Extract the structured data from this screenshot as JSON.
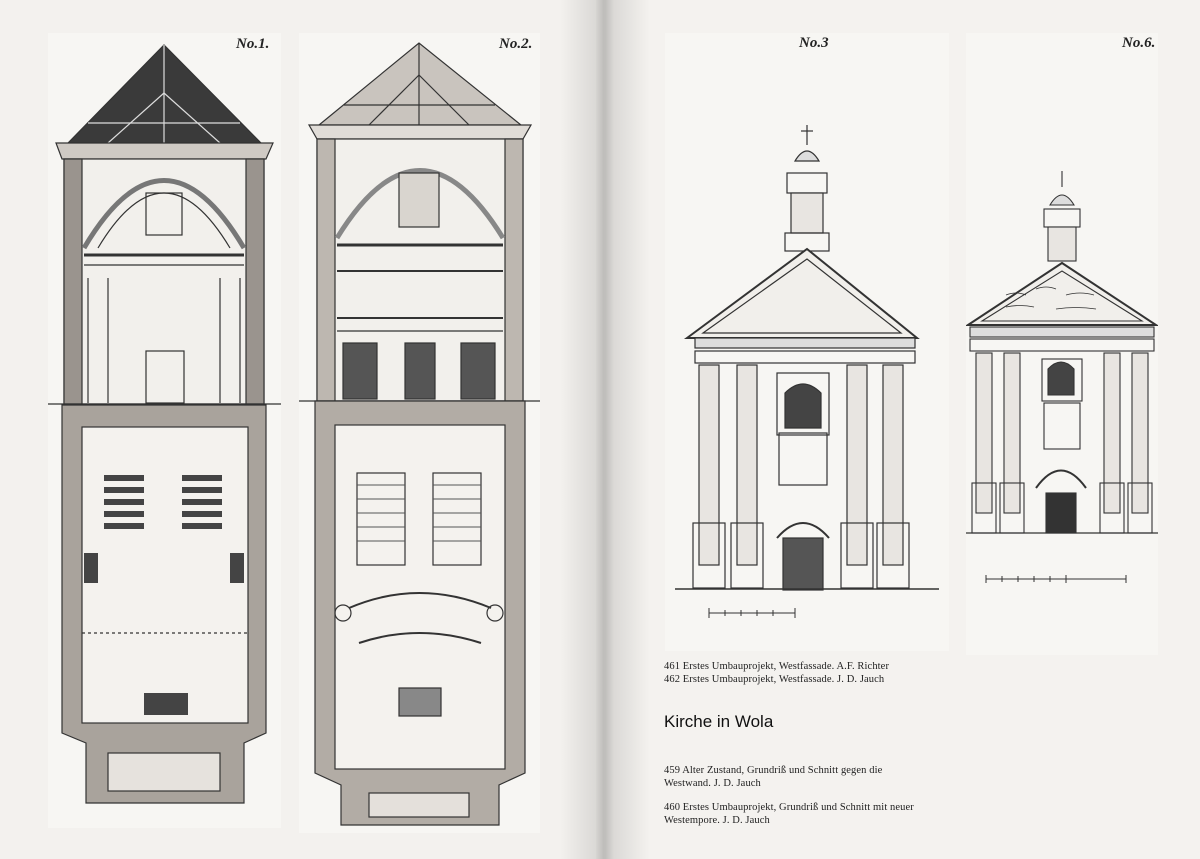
{
  "plates": {
    "p1": {
      "number": "No.1."
    },
    "p2": {
      "number": "No.2."
    },
    "p3": {
      "number": "No.3"
    },
    "p4": {
      "number": "No.6."
    }
  },
  "captions_top": [
    "461 Erstes Umbauprojekt, Westfassade. A.F. Richter",
    "462 Erstes Umbauprojekt, Westfassade. J. D. Jauch"
  ],
  "section_heading": "Kirche in Wola",
  "captions_bottom": [
    "459 Alter Zustand, Grundriß und Schnitt gegen die Westwand. J. D. Jauch",
    "460 Erstes Umbauprojekt, Grundriß und Schnitt mit neuer Westempore. J. D. Jauch"
  ],
  "colors": {
    "paper": "#f3f1ee",
    "ink": "#222222"
  }
}
